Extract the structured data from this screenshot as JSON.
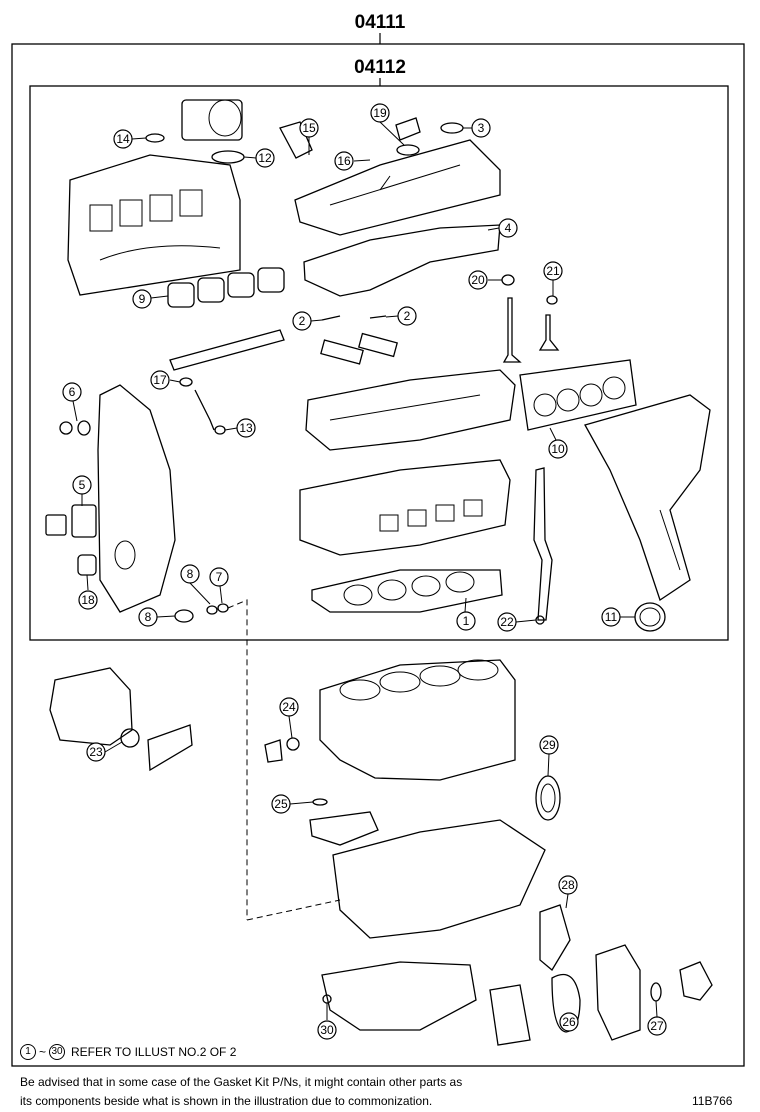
{
  "kit_codes": {
    "outer": "04111",
    "inner": "04112"
  },
  "callouts": [
    {
      "num": "1"
    },
    {
      "num": "2"
    },
    {
      "num": "2"
    },
    {
      "num": "3"
    },
    {
      "num": "4"
    },
    {
      "num": "5"
    },
    {
      "num": "6"
    },
    {
      "num": "7"
    },
    {
      "num": "8"
    },
    {
      "num": "8"
    },
    {
      "num": "9"
    },
    {
      "num": "10"
    },
    {
      "num": "11"
    },
    {
      "num": "12"
    },
    {
      "num": "13"
    },
    {
      "num": "14"
    },
    {
      "num": "15"
    },
    {
      "num": "16"
    },
    {
      "num": "17"
    },
    {
      "num": "18"
    },
    {
      "num": "19"
    },
    {
      "num": "20"
    },
    {
      "num": "21"
    },
    {
      "num": "22"
    },
    {
      "num": "23"
    },
    {
      "num": "24"
    },
    {
      "num": "25"
    },
    {
      "num": "26"
    },
    {
      "num": "27"
    },
    {
      "num": "28"
    },
    {
      "num": "29"
    },
    {
      "num": "30"
    }
  ],
  "refer_note": {
    "from": "1",
    "tilde": "~",
    "to": "30",
    "text": "REFER TO ILLUST NO.2 OF 2"
  },
  "disclaimer": {
    "line1": "Be advised that in some case of the Gasket Kit P/Ns,  it might contain other parts as",
    "line2": "its components beside what is shown in the illustration due to commonization."
  },
  "illustration_id": "11B766"
}
